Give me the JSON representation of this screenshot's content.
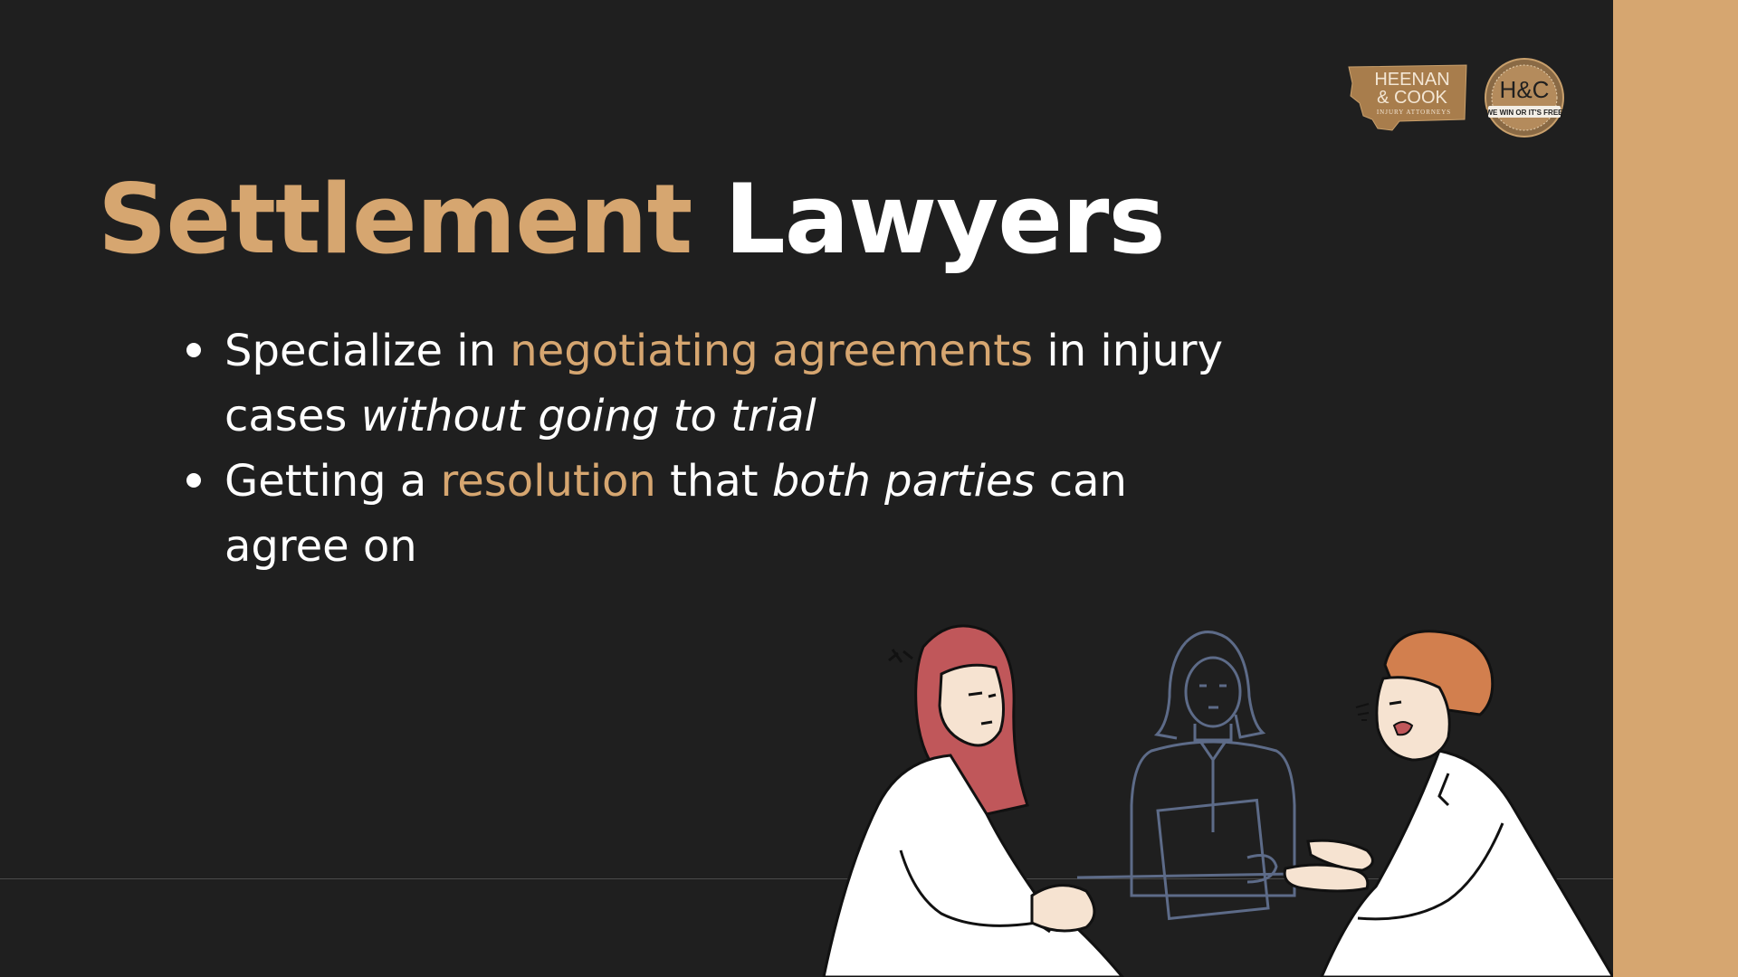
{
  "slide": {
    "title_accent": "Settlement",
    "title_plain": "Lawyers",
    "bullets": [
      {
        "segments": [
          {
            "text": "Specialize in ",
            "style": "plain"
          },
          {
            "text": "negotiating agreements",
            "style": "highlight"
          },
          {
            "text": " in injury cases ",
            "style": "plain"
          },
          {
            "text": "without going to trial",
            "style": "italic"
          }
        ]
      },
      {
        "segments": [
          {
            "text": "Getting a ",
            "style": "plain"
          },
          {
            "text": "resolution",
            "style": "highlight"
          },
          {
            "text": " that ",
            "style": "plain"
          },
          {
            "text": "both parties",
            "style": "italic"
          },
          {
            "text": " can agree on",
            "style": "plain"
          }
        ]
      }
    ]
  },
  "logo": {
    "brand_line1": "HEENAN",
    "brand_line2": "& COOK",
    "brand_sub": "INJURY ATTORNEYS",
    "badge_initials": "H&C",
    "badge_tagline": "WE WIN OR IT'S FREE"
  },
  "colors": {
    "background": "#1f1f1f",
    "accent": "#d6a670",
    "text": "#ffffff"
  },
  "illustration": {
    "icon": "mediation-scene-illustration"
  }
}
